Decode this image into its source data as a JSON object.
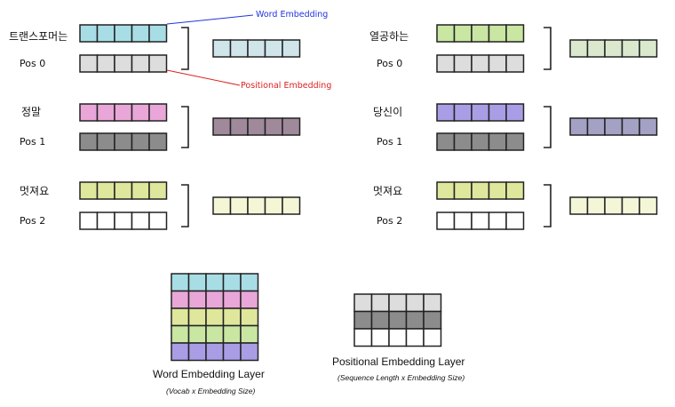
{
  "palette": {
    "cyan": "#a8dde6",
    "gray": "#dddddd",
    "pink": "#e9a6d8",
    "dark_gray": "#8c8c8c",
    "yellow": "#dfe79c",
    "white": "#ffffff",
    "green": "#c9e6a3",
    "purple": "#a99ee6",
    "out_blue": "#cfe5ea",
    "out_mauve": "#a0899b",
    "out_yellow": "#f4f6d6",
    "out_green": "#dae9cd",
    "out_purple": "#a3a2c4",
    "out_yellow2": "#f4f6d8",
    "annotation_blue": "#2233dd",
    "annotation_red": "#dd2222"
  },
  "left": {
    "rows": [
      {
        "word": "트랜스포머는",
        "pos": "Pos 0",
        "word_color": "cyan",
        "pos_color": "gray",
        "out_color": "out_blue"
      },
      {
        "word": "정말",
        "pos": "Pos 1",
        "word_color": "pink",
        "pos_color": "dark_gray",
        "out_color": "out_mauve"
      },
      {
        "word": "멋져요",
        "pos": "Pos 2",
        "word_color": "yellow",
        "pos_color": "white",
        "out_color": "out_yellow"
      }
    ]
  },
  "right": {
    "rows": [
      {
        "word": "열공하는",
        "pos": "Pos 0",
        "word_color": "green",
        "pos_color": "gray",
        "out_color": "out_green"
      },
      {
        "word": "당신이",
        "pos": "Pos 1",
        "word_color": "purple",
        "pos_color": "dark_gray",
        "out_color": "out_purple"
      },
      {
        "word": "멋져요",
        "pos": "Pos 2",
        "word_color": "yellow",
        "pos_color": "white",
        "out_color": "out_yellow2"
      }
    ]
  },
  "annotations": {
    "word_embedding": "Word Embedding",
    "positional_embedding": "Positional Embedding"
  },
  "word_layer": {
    "rows": [
      "cyan",
      "pink",
      "yellow",
      "green",
      "purple"
    ],
    "title": "Word Embedding Layer",
    "subtitle": "(Vocab x Embedding Size)"
  },
  "positional_layer": {
    "rows": [
      "gray",
      "dark_gray",
      "white"
    ],
    "title": "Positional Embedding Layer",
    "subtitle": "(Sequence Length x Embedding Size)"
  }
}
